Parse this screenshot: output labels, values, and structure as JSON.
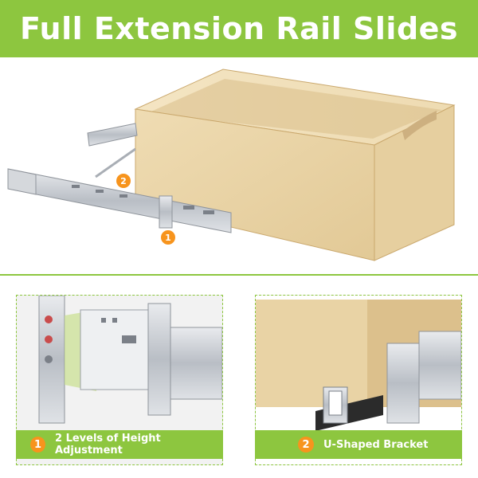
{
  "banner": {
    "title": "Full Extension Rail Slides"
  },
  "markers": {
    "one": "1",
    "two": "2"
  },
  "captions": [
    {
      "number": "1",
      "text": "2 Levels of Height Adjustment"
    },
    {
      "number": "2",
      "text": "U-Shaped Bracket"
    }
  ],
  "colors": {
    "accent": "#8dc63f",
    "badge": "#f7941d",
    "wood": "#e8d2a6",
    "metal": "#c9ccd1"
  }
}
